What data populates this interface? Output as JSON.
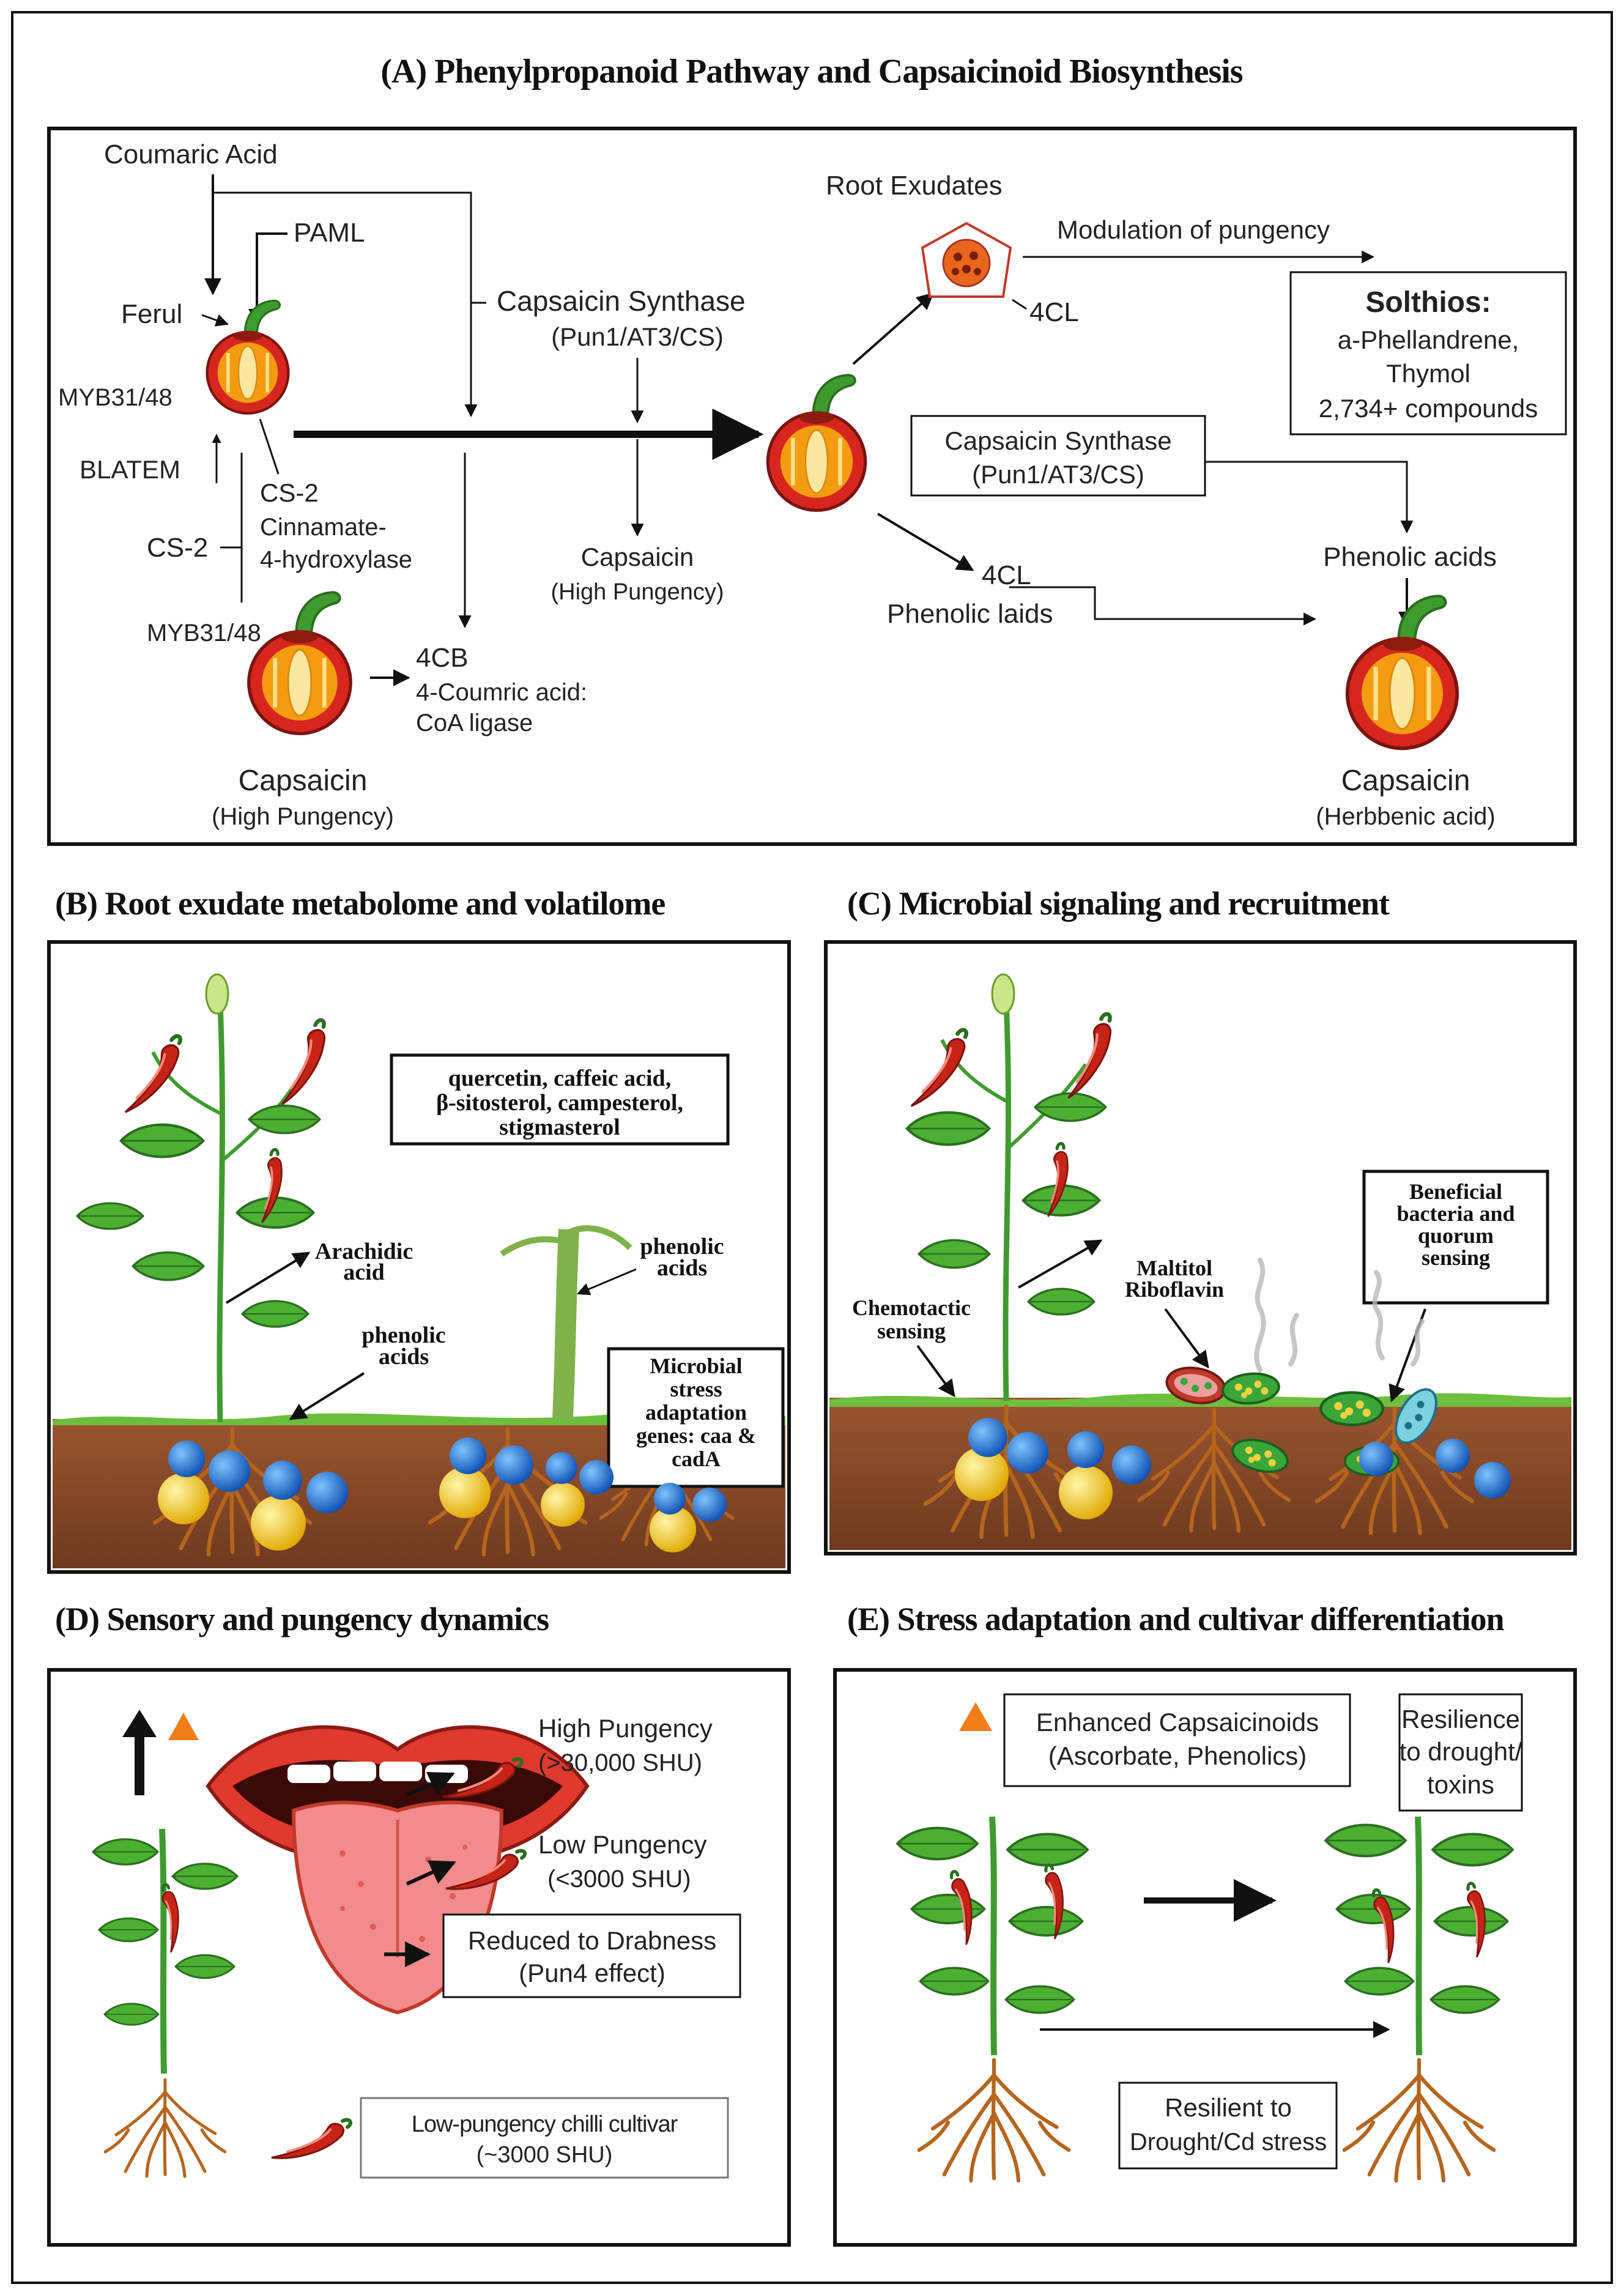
{
  "panelA": {
    "title": "(A) Phenylpropanoid Pathway and Capsaicinoid Biosynthesis",
    "coumaric_acid": "Coumaric Acid",
    "paml": "PAML",
    "ferul": "Ferul",
    "myb_top": "MYB31/48",
    "blatem": "BLATEM",
    "cs2_a": "CS-2",
    "cinnamate_1": "Cinnamate-",
    "cinnamate_2": "4-hydroxylase",
    "cs2_b": "CS-2",
    "myb_bottom": "MYB31/48",
    "enzyme_4cb": "4CB",
    "ligase_1": "4-Coumric acid:",
    "ligase_2": "CoA ligase",
    "left_product": "Capsaicin",
    "left_product_sub": "(High Pungency)",
    "synthase_1": "Capsaicin Synthase",
    "synthase_1_sub": "(Pun1/AT3/CS)",
    "mid_product": "Capsaicin",
    "mid_product_sub": "(High Pungency)",
    "root_exudates": "Root Exudates",
    "modulation": "Modulation of pungency",
    "enzyme_4cl_top": "4CL",
    "solthios_title": "Solthios:",
    "solthios_l1": "a-Phellandrene,",
    "solthios_l2": "Thymol",
    "solthios_l3": "2,734+ compounds",
    "synthase_2": "Capsaicin Synthase",
    "synthase_2_sub": "(Pun1/AT3/CS)",
    "phenolic_acids": "Phenolic acids",
    "enzyme_4cl_bottom": "4CL",
    "phenolic_laids": "Phenolic laids",
    "right_product": "Capsaicin",
    "right_product_sub": "(Herbbenic acid)"
  },
  "panelB": {
    "title": "(B) Root exudate metabolome and volatilome",
    "compounds_l1": "quercetin, caffeic acid,",
    "compounds_l2": "β-sitosterol, campesterol,",
    "compounds_l3": "stigmasterol",
    "arachidic_1": "Arachidic",
    "arachidic_2": "acid",
    "phenolic_right_1": "phenolic",
    "phenolic_right_2": "acids",
    "phenolic_mid_1": "phenolic",
    "phenolic_mid_2": "acids",
    "microbial_l1": "Microbial",
    "microbial_l2": "stress",
    "microbial_l3": "adaptation",
    "microbial_l4": "genes: caa &",
    "microbial_l5": "cadA"
  },
  "panelC": {
    "title": "(C) Microbial signaling and recruitment",
    "beneficial_l1": "Beneficial",
    "beneficial_l2": "bacteria and",
    "beneficial_l3": "quorum",
    "beneficial_l4": "sensing",
    "maltitol": "Maltitol",
    "riboflavin": "Riboflavin",
    "chemotactic_1": "Chemotactic",
    "chemotactic_2": "sensing"
  },
  "panelD": {
    "title": "(D) Sensory and pungency dynamics",
    "high_1": "High Pungency",
    "high_2": "(>30,000 SHU)",
    "low_1": "Low Pungency",
    "low_2": "(<3000 SHU)",
    "reduced_1": "Reduced to Drabness",
    "reduced_2": "(Pun4 effect)",
    "cultivar_1": "Low-pungency chilli cultivar",
    "cultivar_2": "(~3000 SHU)"
  },
  "panelE": {
    "title": "(E) Stress adaptation and cultivar differentiation",
    "enhanced_1": "Enhanced Capsaicinoids",
    "enhanced_2": "(Ascorbate, Phenolics)",
    "resilience_1": "Resilience",
    "resilience_2": "to drought/",
    "resilience_3": "toxins",
    "resilient_1": "Resilient to",
    "resilient_2": "Drought/Cd stress"
  },
  "colors": {
    "pepper_red": "#d7261e",
    "pepper_flesh": "#f39c12",
    "leaf_green": "#3f9b2f",
    "soil_brown": "#8a4b2a",
    "sphere_blue": "#1f6fd1",
    "sphere_yellow": "#f4c20d",
    "arrow_orange": "#f07d18"
  }
}
